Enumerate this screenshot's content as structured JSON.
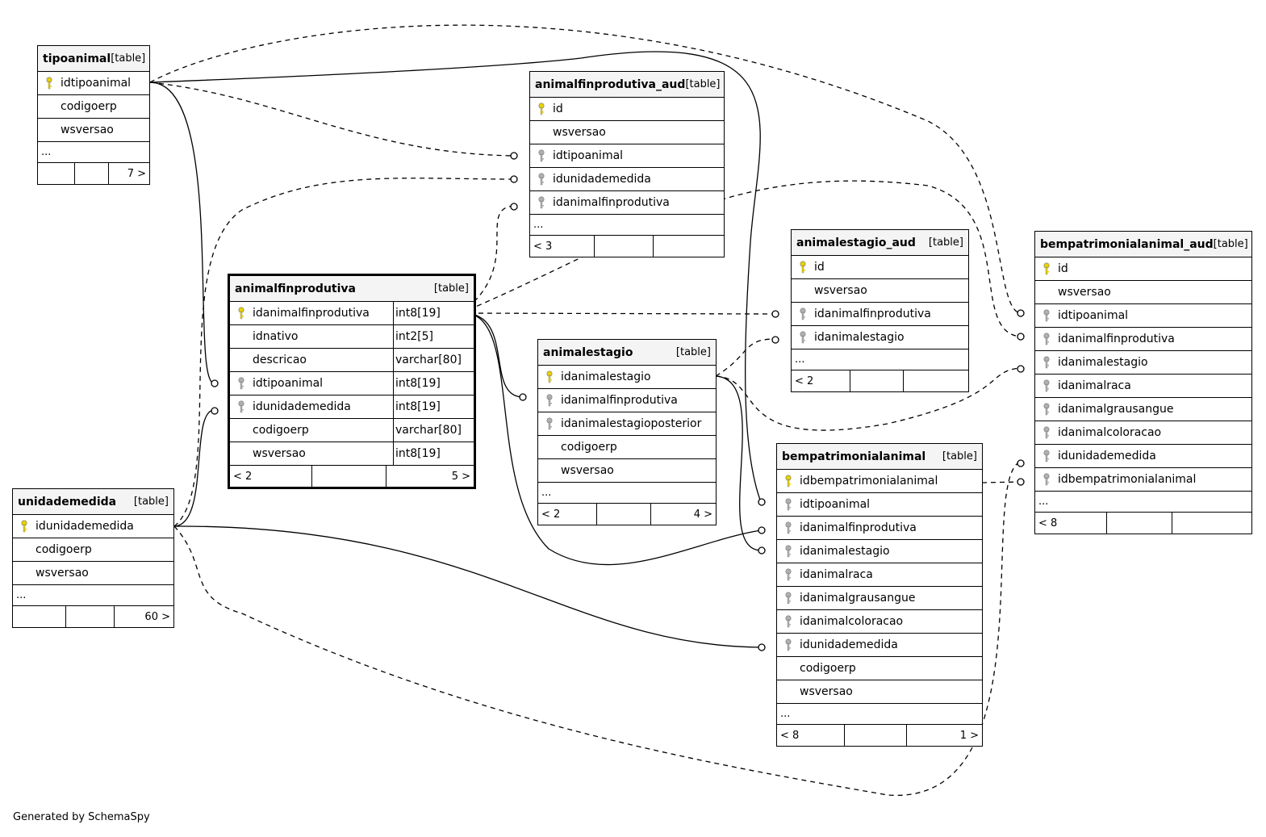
{
  "footer_text": "Generated by SchemaSpy",
  "colors": {
    "primary_key": "#e8d200",
    "foreign_key": "#b0b0b0"
  },
  "tables": {
    "tipoanimal": {
      "name": "tipoanimal",
      "tag": "[table]",
      "columns": [
        {
          "name": "idtipoanimal",
          "key": "pk"
        },
        {
          "name": "codigoerp",
          "key": ""
        },
        {
          "name": "wsversao",
          "key": ""
        }
      ],
      "more": "...",
      "foot": [
        "",
        "",
        "7 >"
      ]
    },
    "animalfinprodutiva_aud": {
      "name": "animalfinprodutiva_aud",
      "tag": "[table]",
      "columns": [
        {
          "name": "id",
          "key": "pk"
        },
        {
          "name": "wsversao",
          "key": ""
        },
        {
          "name": "idtipoanimal",
          "key": "fk"
        },
        {
          "name": "idunidademedida",
          "key": "fk"
        },
        {
          "name": "idanimalfinprodutiva",
          "key": "fk"
        }
      ],
      "more": "...",
      "foot": [
        "< 3",
        "",
        ""
      ]
    },
    "animalfinprodutiva": {
      "name": "animalfinprodutiva",
      "tag": "[table]",
      "columns": [
        {
          "name": "idanimalfinprodutiva",
          "type": "int8[19]",
          "key": "pk"
        },
        {
          "name": "idnativo",
          "type": "int2[5]",
          "key": ""
        },
        {
          "name": "descricao",
          "type": "varchar[80]",
          "key": ""
        },
        {
          "name": "idtipoanimal",
          "type": "int8[19]",
          "key": "fk"
        },
        {
          "name": "idunidademedida",
          "type": "int8[19]",
          "key": "fk"
        },
        {
          "name": "codigoerp",
          "type": "varchar[80]",
          "key": ""
        },
        {
          "name": "wsversao",
          "type": "int8[19]",
          "key": ""
        }
      ],
      "foot": [
        "< 2",
        "",
        "5 >"
      ]
    },
    "animalestagio": {
      "name": "animalestagio",
      "tag": "[table]",
      "columns": [
        {
          "name": "idanimalestagio",
          "key": "pk"
        },
        {
          "name": "idanimalfinprodutiva",
          "key": "fk"
        },
        {
          "name": "idanimalestagioposterior",
          "key": "fk"
        },
        {
          "name": "codigoerp",
          "key": ""
        },
        {
          "name": "wsversao",
          "key": ""
        }
      ],
      "more": "...",
      "foot": [
        "< 2",
        "",
        "4 >"
      ]
    },
    "animalestagio_aud": {
      "name": "animalestagio_aud",
      "tag": "[table]",
      "columns": [
        {
          "name": "id",
          "key": "pk"
        },
        {
          "name": "wsversao",
          "key": ""
        },
        {
          "name": "idanimalfinprodutiva",
          "key": "fk"
        },
        {
          "name": "idanimalestagio",
          "key": "fk"
        }
      ],
      "more": "...",
      "foot": [
        "< 2",
        "",
        ""
      ]
    },
    "bempatrimonialanimal_aud": {
      "name": "bempatrimonialanimal_aud",
      "tag": "[table]",
      "columns": [
        {
          "name": "id",
          "key": "pk"
        },
        {
          "name": "wsversao",
          "key": ""
        },
        {
          "name": "idtipoanimal",
          "key": "fk"
        },
        {
          "name": "idanimalfinprodutiva",
          "key": "fk"
        },
        {
          "name": "idanimalestagio",
          "key": "fk"
        },
        {
          "name": "idanimalraca",
          "key": "fk"
        },
        {
          "name": "idanimalgrausangue",
          "key": "fk"
        },
        {
          "name": "idanimalcoloracao",
          "key": "fk"
        },
        {
          "name": "idunidademedida",
          "key": "fk"
        },
        {
          "name": "idbempatrimonialanimal",
          "key": "fk"
        }
      ],
      "more": "...",
      "foot": [
        "< 8",
        "",
        ""
      ]
    },
    "unidademedida": {
      "name": "unidademedida",
      "tag": "[table]",
      "columns": [
        {
          "name": "idunidademedida",
          "key": "pk"
        },
        {
          "name": "codigoerp",
          "key": ""
        },
        {
          "name": "wsversao",
          "key": ""
        }
      ],
      "more": "...",
      "foot": [
        "",
        "",
        "60 >"
      ]
    },
    "bempatrimonialanimal": {
      "name": "bempatrimonialanimal",
      "tag": "[table]",
      "columns": [
        {
          "name": "idbempatrimonialanimal",
          "key": "pk"
        },
        {
          "name": "idtipoanimal",
          "key": "fk"
        },
        {
          "name": "idanimalfinprodutiva",
          "key": "fk"
        },
        {
          "name": "idanimalestagio",
          "key": "fk"
        },
        {
          "name": "idanimalraca",
          "key": "fk"
        },
        {
          "name": "idanimalgrausangue",
          "key": "fk"
        },
        {
          "name": "idanimalcoloracao",
          "key": "fk"
        },
        {
          "name": "idunidademedida",
          "key": "fk"
        },
        {
          "name": "codigoerp",
          "key": ""
        },
        {
          "name": "wsversao",
          "key": ""
        }
      ],
      "more": "...",
      "foot": [
        "< 8",
        "",
        "1 >"
      ]
    }
  }
}
